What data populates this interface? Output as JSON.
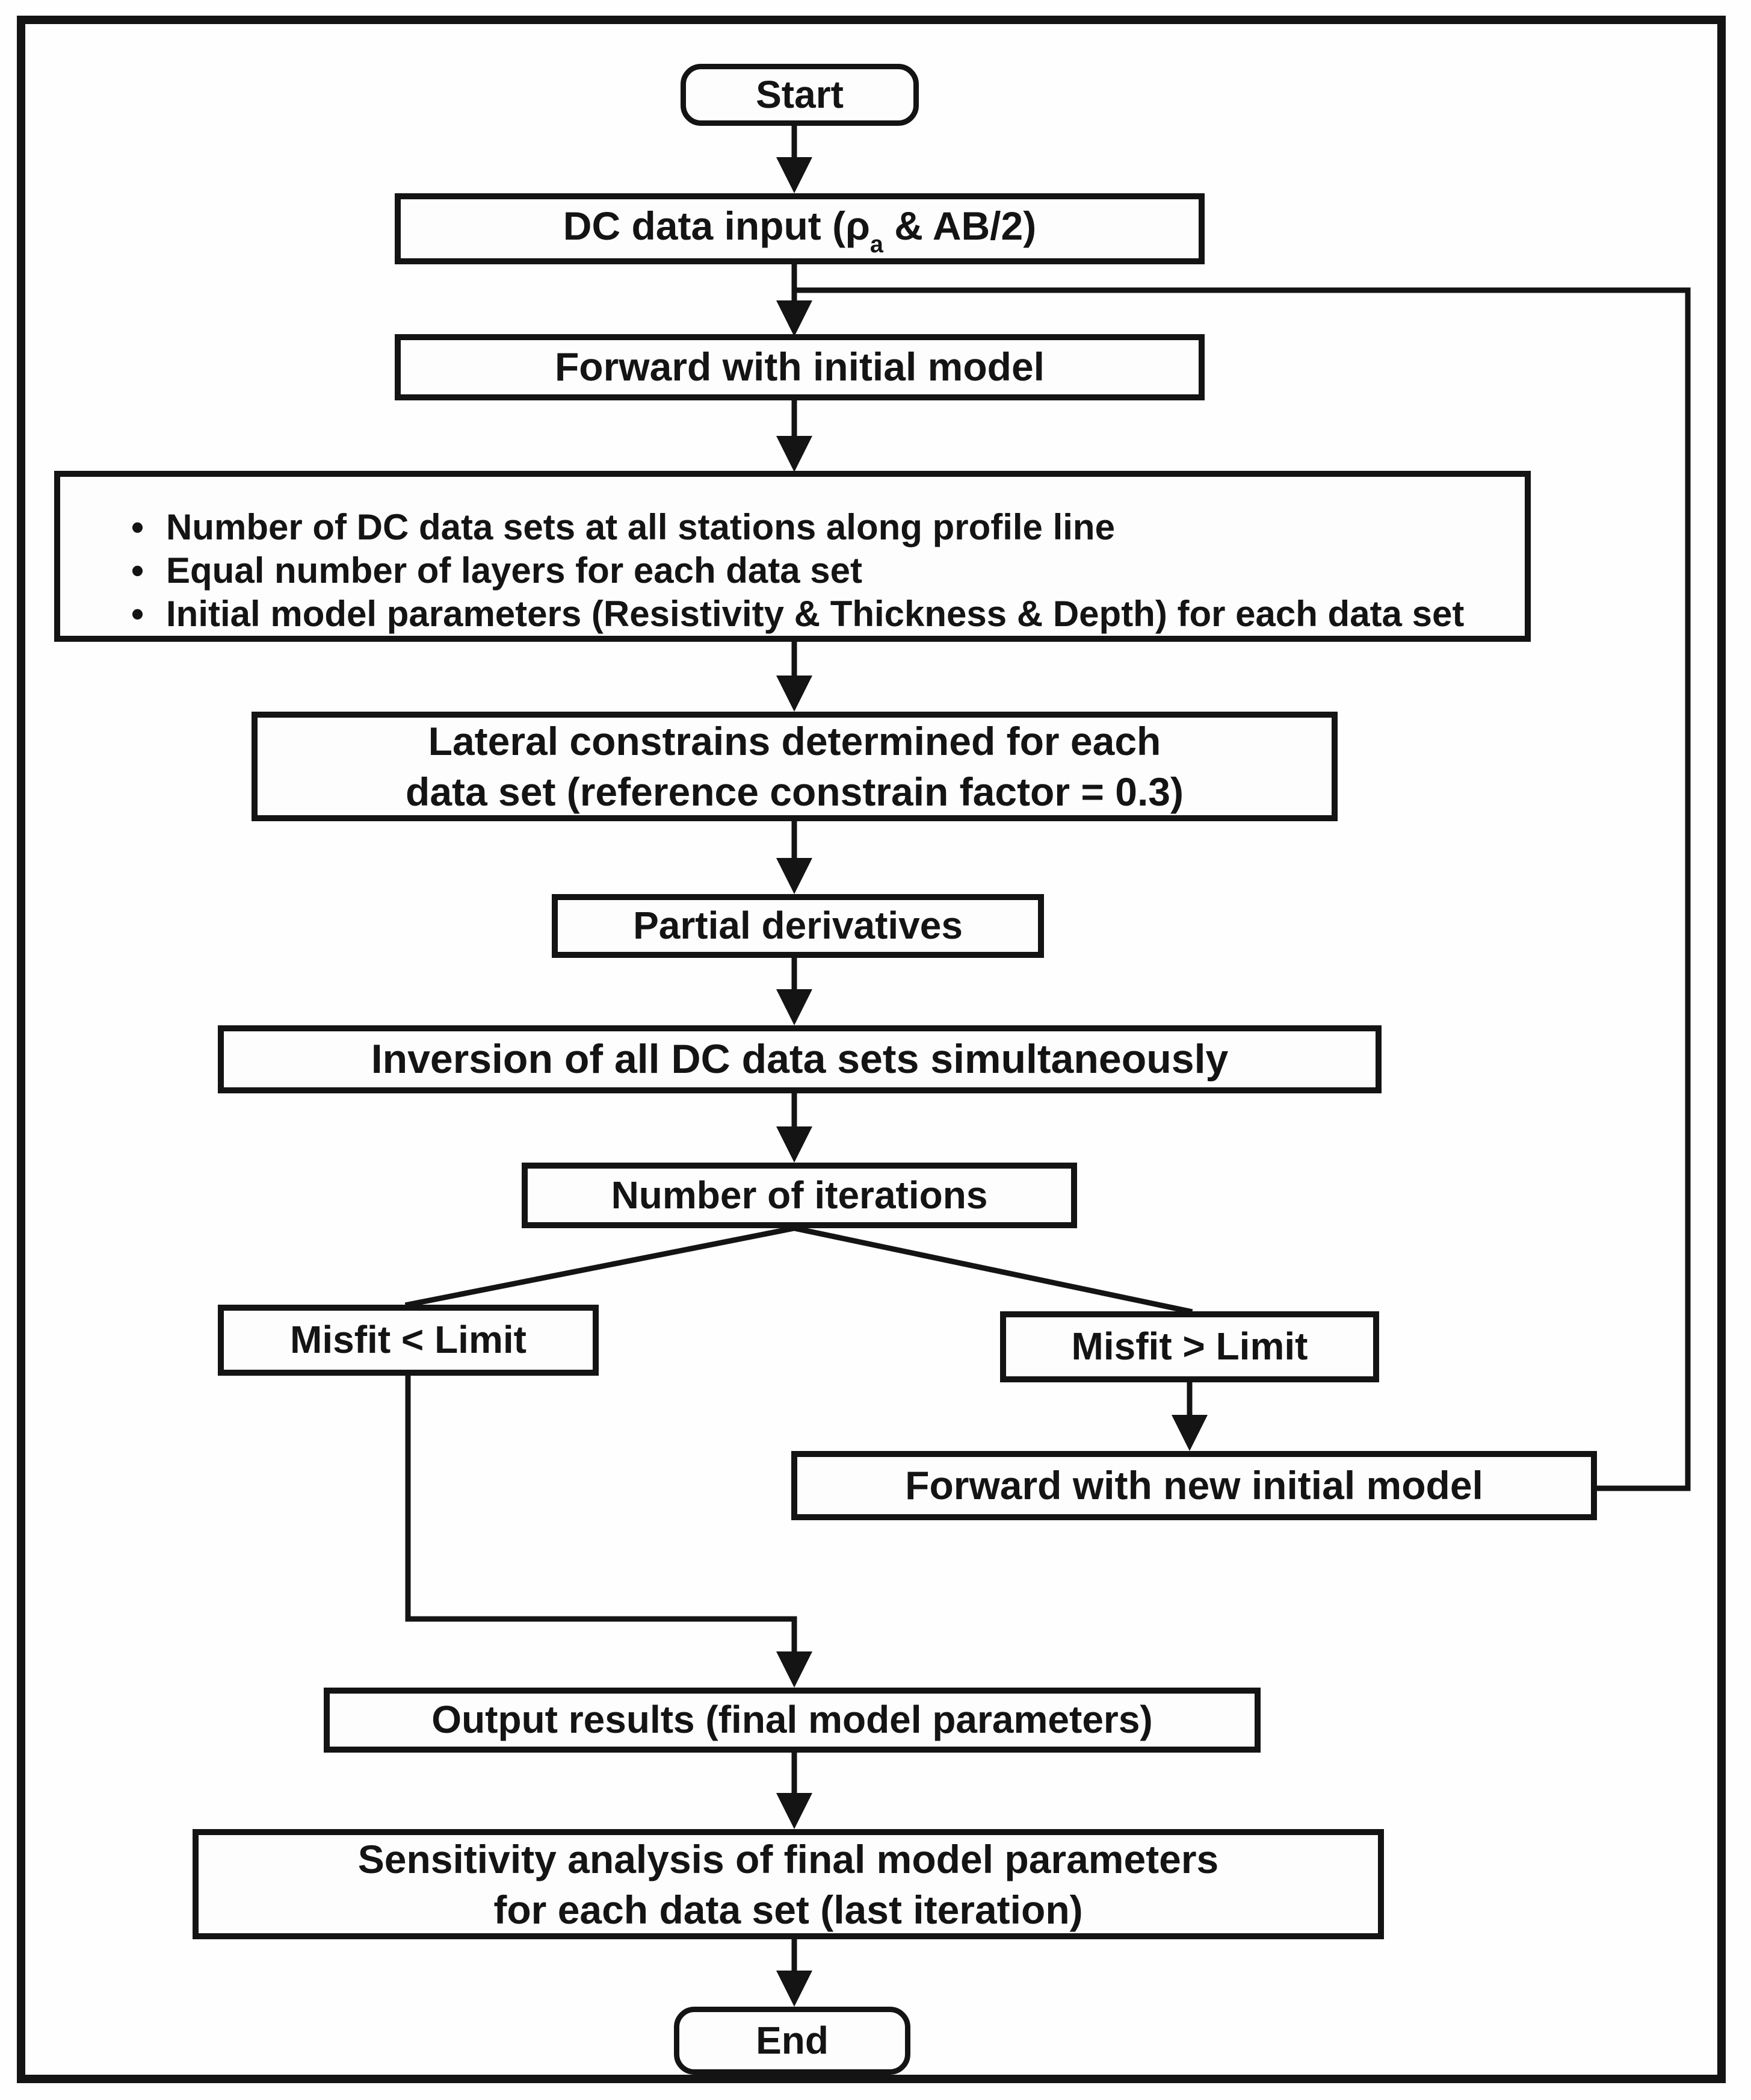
{
  "flowchart": {
    "description": "DC resistivity laterally-constrained inversion workflow flowchart",
    "colors": {
      "line": "#141414",
      "box_border": "#141414",
      "box_background": "#fdfdfd",
      "page_background": "#fefefe",
      "text": "#141414"
    },
    "bullet_char": "•",
    "nodes": {
      "start": {
        "label": "Start"
      },
      "dc_data_input": {
        "text_before_sub": "DC data input (ρ",
        "subscript": "a",
        "text_after_sub": " & AB/2)"
      },
      "forward_initial": {
        "label": "Forward with initial model"
      },
      "model_setup": {
        "items": [
          "Number of DC data sets at all stations along profile line",
          "Equal number of layers for each data set",
          "Initial model parameters (Resistivity & Thickness & Depth) for each data set"
        ]
      },
      "lateral_constraints": {
        "line1": "Lateral constrains determined for each",
        "line2": "data set (reference constrain factor = 0.3)"
      },
      "partial_derivatives": {
        "label": "Partial derivatives"
      },
      "inversion": {
        "label": "Inversion of all DC data sets simultaneously"
      },
      "iterations": {
        "label": "Number of iterations"
      },
      "misfit_below_limit": {
        "label": "Misfit < Limit"
      },
      "misfit_above_limit": {
        "label": "Misfit > Limit"
      },
      "forward_new": {
        "label": "Forward with new initial model"
      },
      "output_results": {
        "label": "Output results (final model parameters)"
      },
      "sensitivity": {
        "line1": "Sensitivity analysis of final model parameters",
        "line2": "for each data set (last iteration)"
      },
      "end": {
        "label": "End"
      }
    }
  }
}
